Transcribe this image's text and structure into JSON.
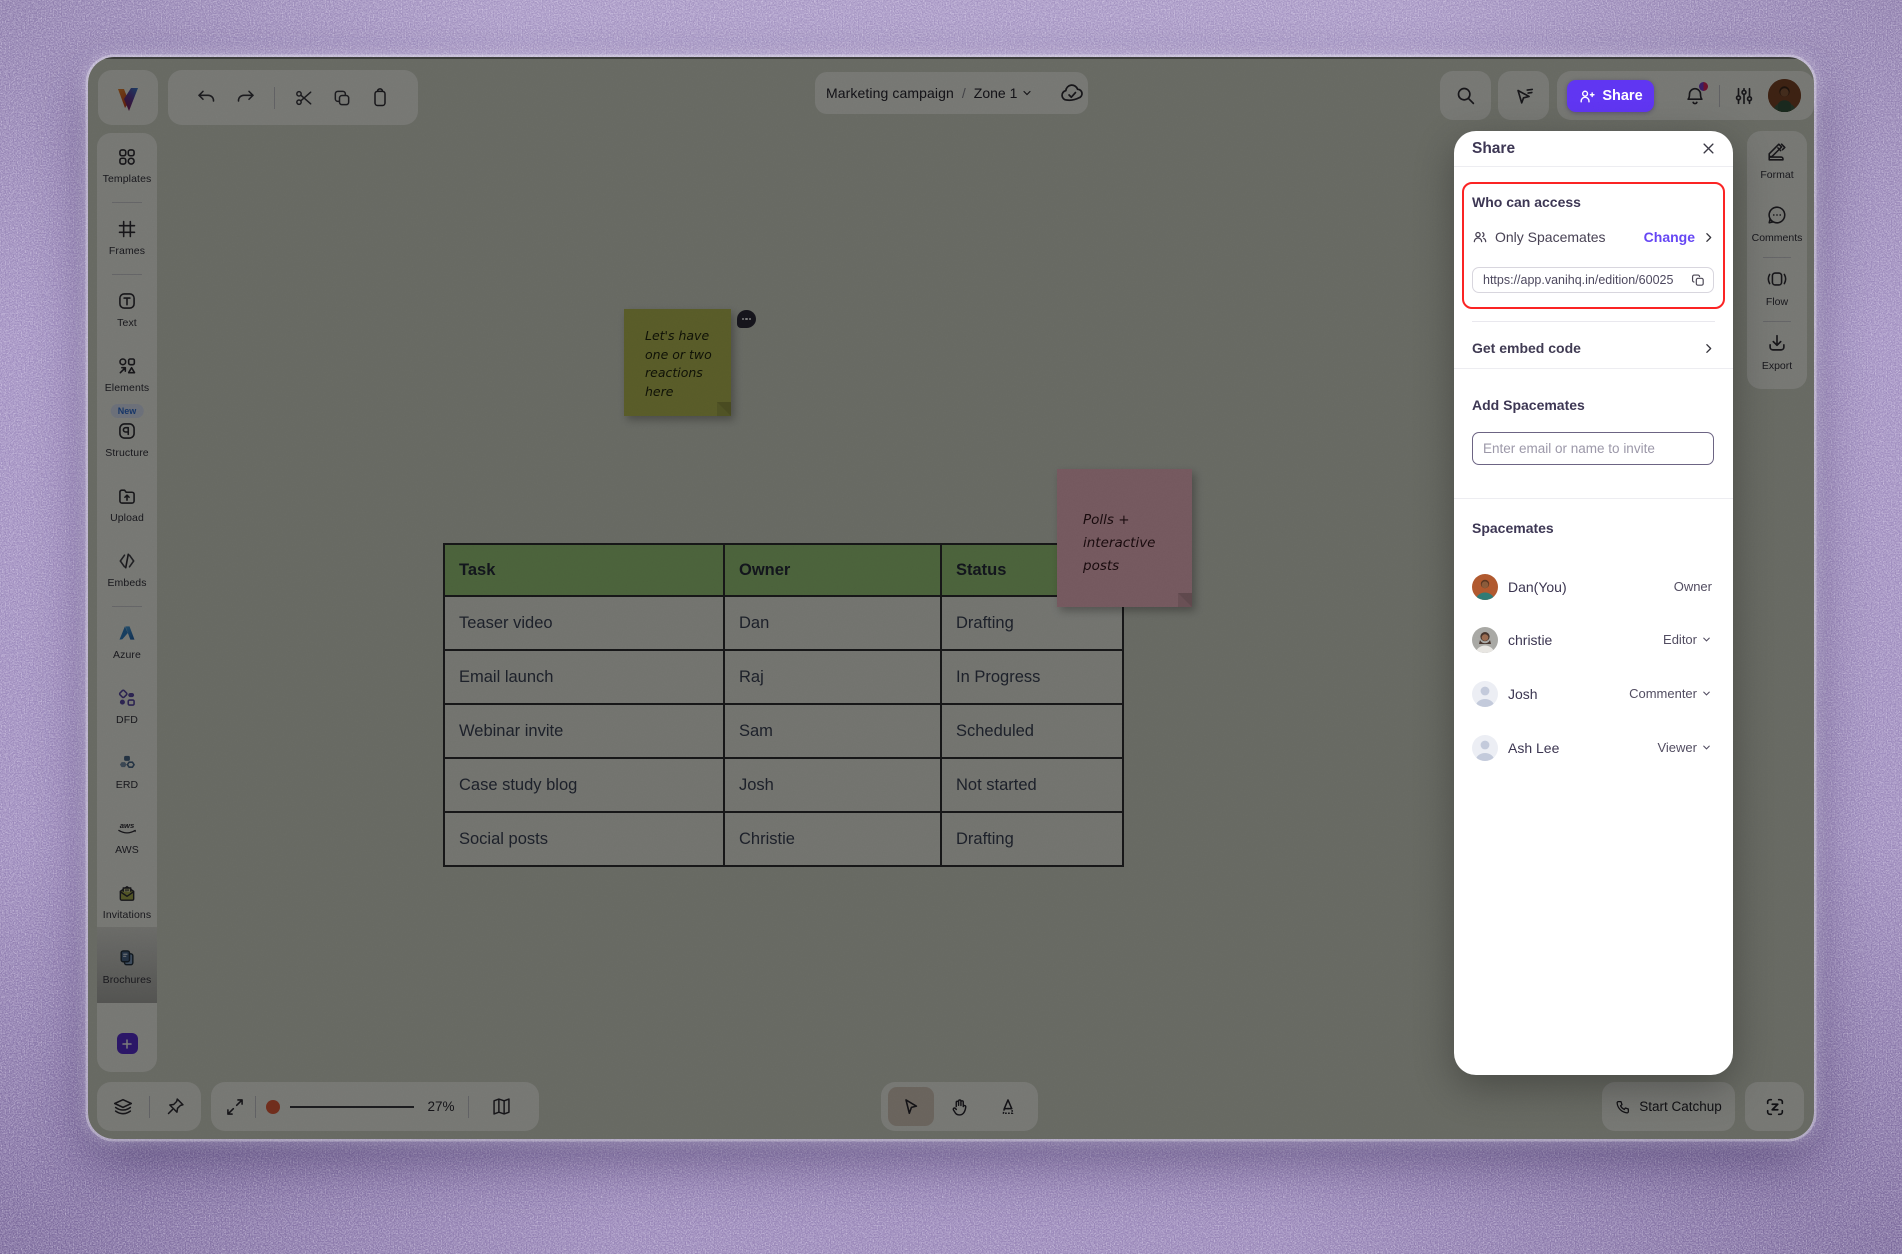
{
  "app": {
    "name_logo": "vani-logo"
  },
  "toolbar_top": {
    "icons": [
      "undo",
      "redo",
      "cut",
      "copy",
      "paste"
    ]
  },
  "breadcrumb": {
    "space": "Marketing campaign",
    "slash": "/",
    "zone": "Zone 1"
  },
  "topbar_right": {
    "share_label": "Share"
  },
  "sidebar": {
    "items": [
      {
        "label": "Templates"
      },
      {
        "label": "Frames"
      },
      {
        "label": "Text"
      },
      {
        "label": "Elements"
      },
      {
        "label": "Structure",
        "badge": "New"
      },
      {
        "label": "Upload"
      },
      {
        "label": "Embeds"
      },
      {
        "label": "Azure"
      },
      {
        "label": "DFD"
      },
      {
        "label": "ERD"
      },
      {
        "label": "AWS"
      },
      {
        "label": "Invitations"
      },
      {
        "label": "Brochures"
      }
    ]
  },
  "right_rail": {
    "items": [
      {
        "label": "Format"
      },
      {
        "label": "Comments"
      },
      {
        "label": "Flow"
      },
      {
        "label": "Export"
      }
    ]
  },
  "canvas": {
    "sticky_notes": [
      {
        "color": "yellow",
        "text_lines": [
          "Let's have",
          "one or two",
          "reactions",
          "here"
        ]
      },
      {
        "color": "pink",
        "text_lines": [
          "Polls +",
          "interactive",
          "posts"
        ]
      }
    ],
    "table": {
      "headers": [
        "Task",
        "Owner",
        "Status"
      ],
      "rows": [
        [
          "Teaser video",
          "Dan",
          "Drafting"
        ],
        [
          "Email launch",
          "Raj",
          "In Progress"
        ],
        [
          "Webinar invite",
          "Sam",
          "Scheduled"
        ],
        [
          "Case study blog",
          "Josh",
          "Not started"
        ],
        [
          "Social posts",
          "Christie",
          "Drafting"
        ]
      ]
    }
  },
  "bottom_bar": {
    "zoom_value": "27%",
    "catchup_label": "Start Catchup"
  },
  "share_dialog": {
    "title": "Share",
    "who_can_access": "Who can access",
    "access_value": "Only Spacemates",
    "change_label": "Change",
    "link_value": "https://app.vanihq.in/edition/60025",
    "embed_label": "Get embed code",
    "add_title": "Add Spacemates",
    "invite_placeholder": "Enter email or name to invite",
    "mates_title": "Spacemates",
    "spacemates": [
      {
        "name": "Dan(You)",
        "role": "Owner",
        "has_dropdown": false
      },
      {
        "name": "christie",
        "role": "Editor",
        "has_dropdown": true
      },
      {
        "name": "Josh",
        "role": "Commenter",
        "has_dropdown": true
      },
      {
        "name": "Ash Lee",
        "role": "Viewer",
        "has_dropdown": true
      }
    ]
  },
  "colors": {
    "accent": "#6445f4",
    "share_button": "#5f35f2",
    "annotation": "#fb2323",
    "frame": "#a795c5"
  }
}
